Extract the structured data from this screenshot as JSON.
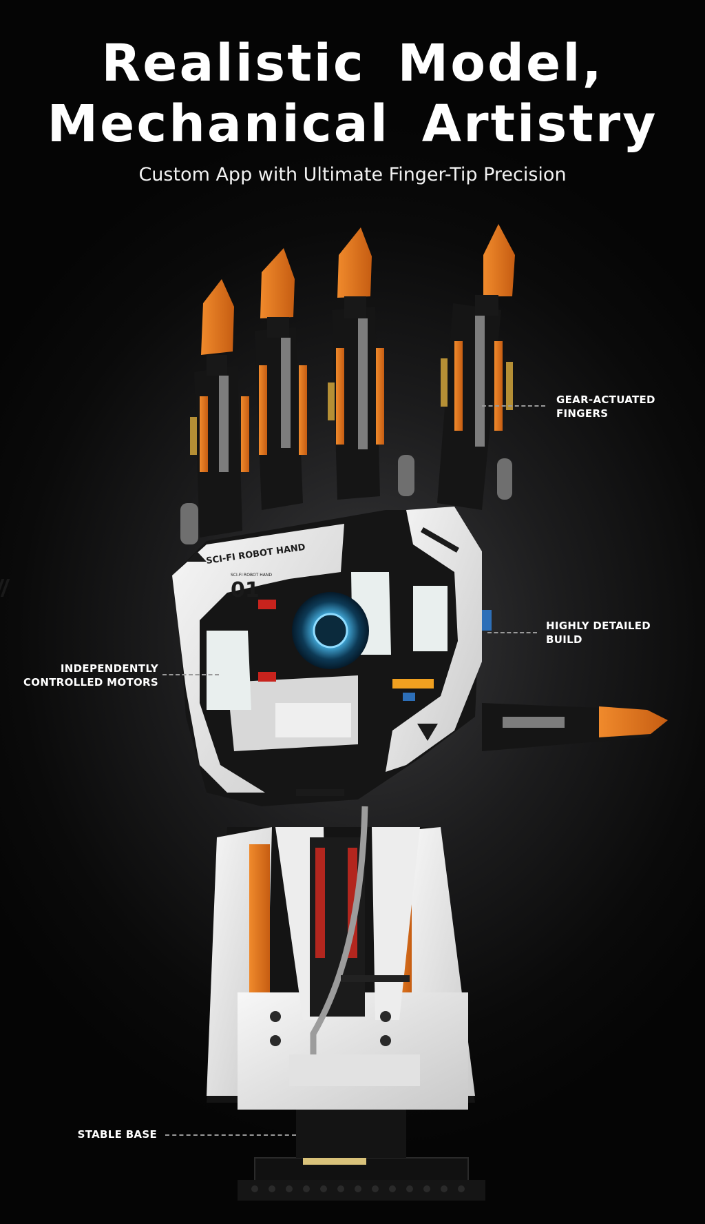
{
  "headline": {
    "line1": "Realistic  Model,",
    "line2": "Mechanical  Artistry"
  },
  "subtitle": "Custom App with Ultimate Finger-Tip Precision",
  "product": {
    "label_main": "SCI-FI ROBOT HAND",
    "label_small": "SCI-FI ROBOT HAND",
    "model_number": "01"
  },
  "callouts": {
    "fingers": {
      "line1": "GEAR-ACTUATED",
      "line2": "FINGERS"
    },
    "build": {
      "line1": "HIGHLY DETAILED",
      "line2": "BUILD"
    },
    "motors": {
      "line1": "INDEPENDENTLY",
      "line2": "CONTROLLED MOTORS"
    },
    "base": {
      "line1": "STABLE BASE"
    }
  },
  "colors": {
    "background": "#0a0a0a",
    "accent_orange": "#e87722",
    "body_white": "#ececec",
    "frame_black": "#161616",
    "glow_blue": "#4fc3f7",
    "gear_gray": "#8a8a8a"
  }
}
